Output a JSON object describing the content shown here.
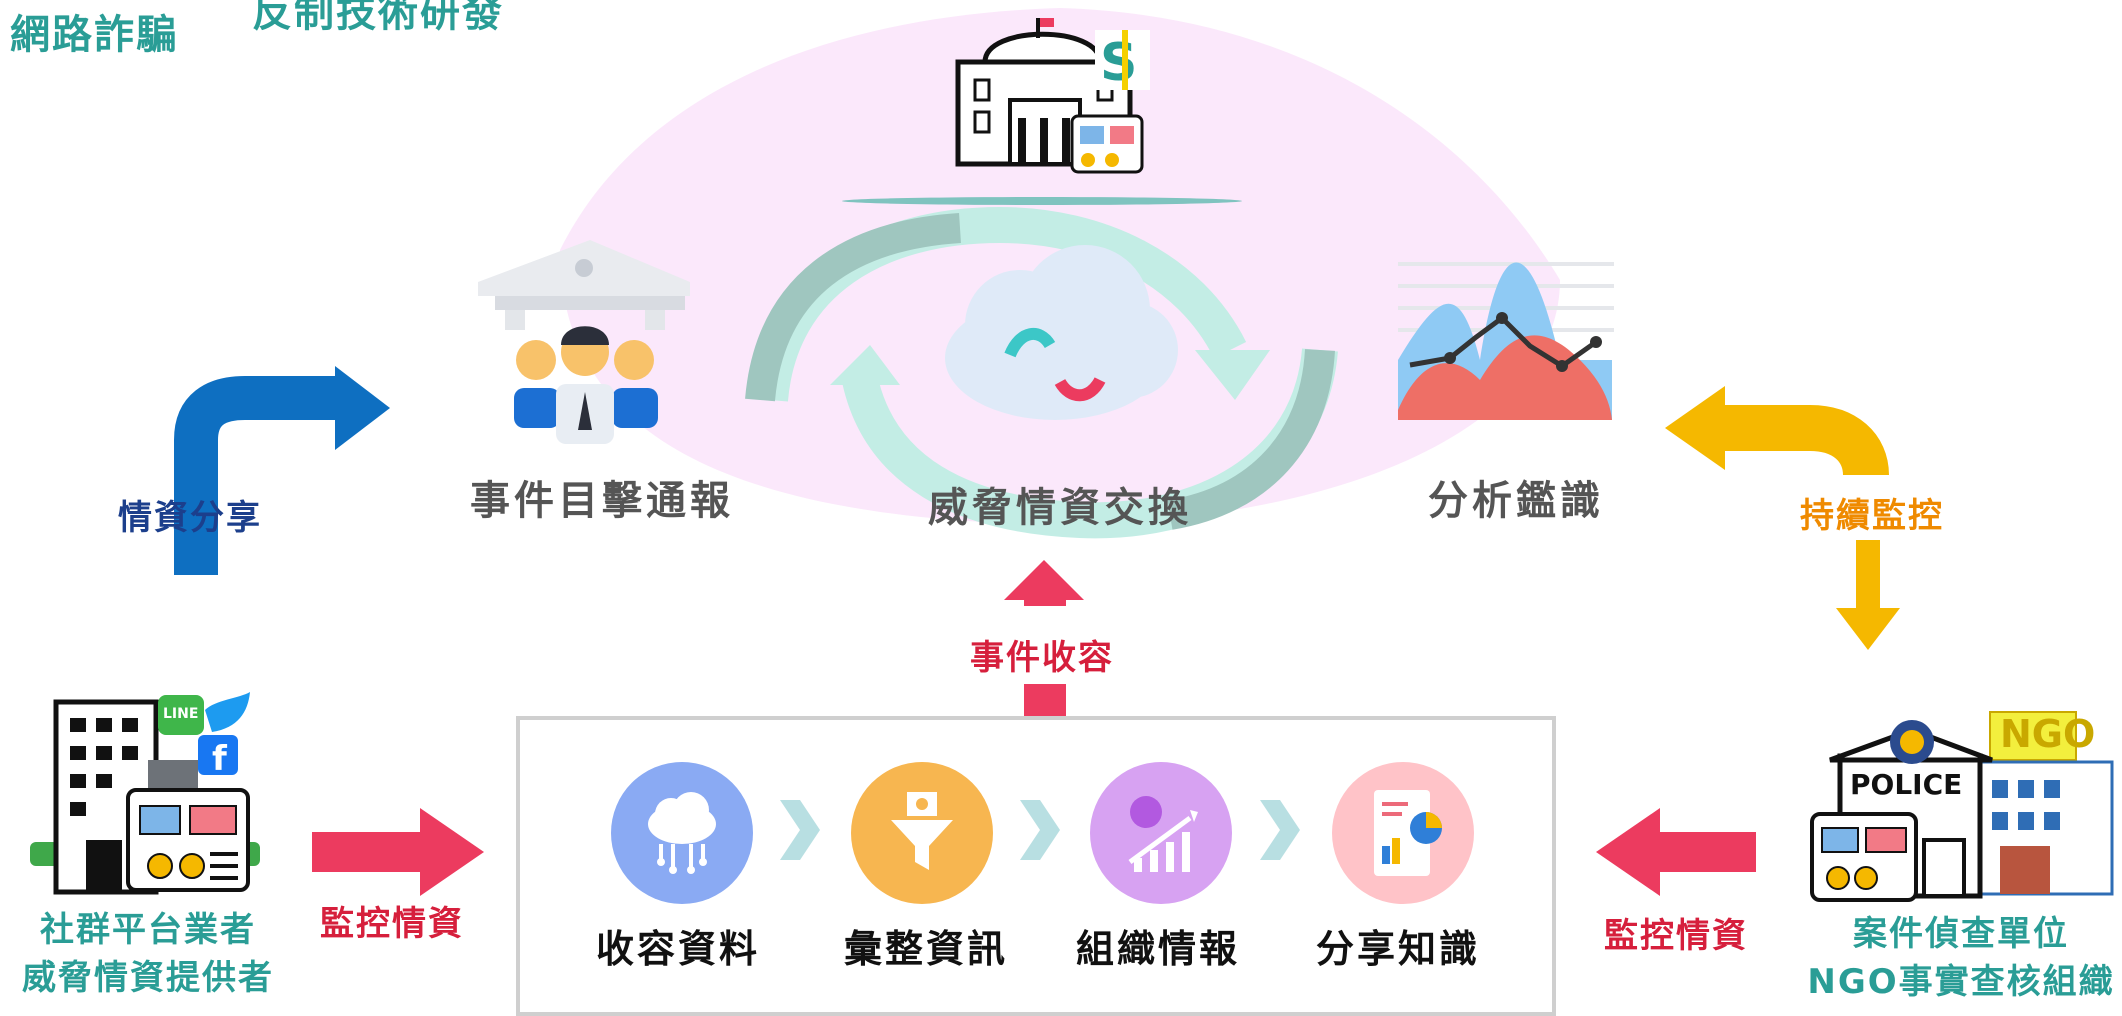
{
  "header": {
    "title": "網路詐騙",
    "subtitle": "反制技術研發"
  },
  "nodes": {
    "witness": "事件目擊通報",
    "exchange": "威脅情資交換",
    "analysis": "分析鑑識"
  },
  "arrows": {
    "share": "情資分享",
    "monitor": "持續監控",
    "collect": "事件收容",
    "left_feed": "監控情資",
    "right_feed": "監控情資"
  },
  "actors": {
    "left_line1": "社群平台業者",
    "left_line2": "威脅情資提供者",
    "right_line1": "案件偵查單位",
    "right_line2": "NGO事實查核組織",
    "line_badge": "LINE",
    "police_sign": "POLICE",
    "ngo_sign": "NGO"
  },
  "process": {
    "steps": [
      "收容資料",
      "彙整資訊",
      "組織情報",
      "分享知識"
    ]
  },
  "colors": {
    "teal": "#2a9d96",
    "red": "#ec3b5f",
    "blue": "#0e6fc1",
    "amber": "#f5b800",
    "pink_bg": "#fbe8fb"
  }
}
